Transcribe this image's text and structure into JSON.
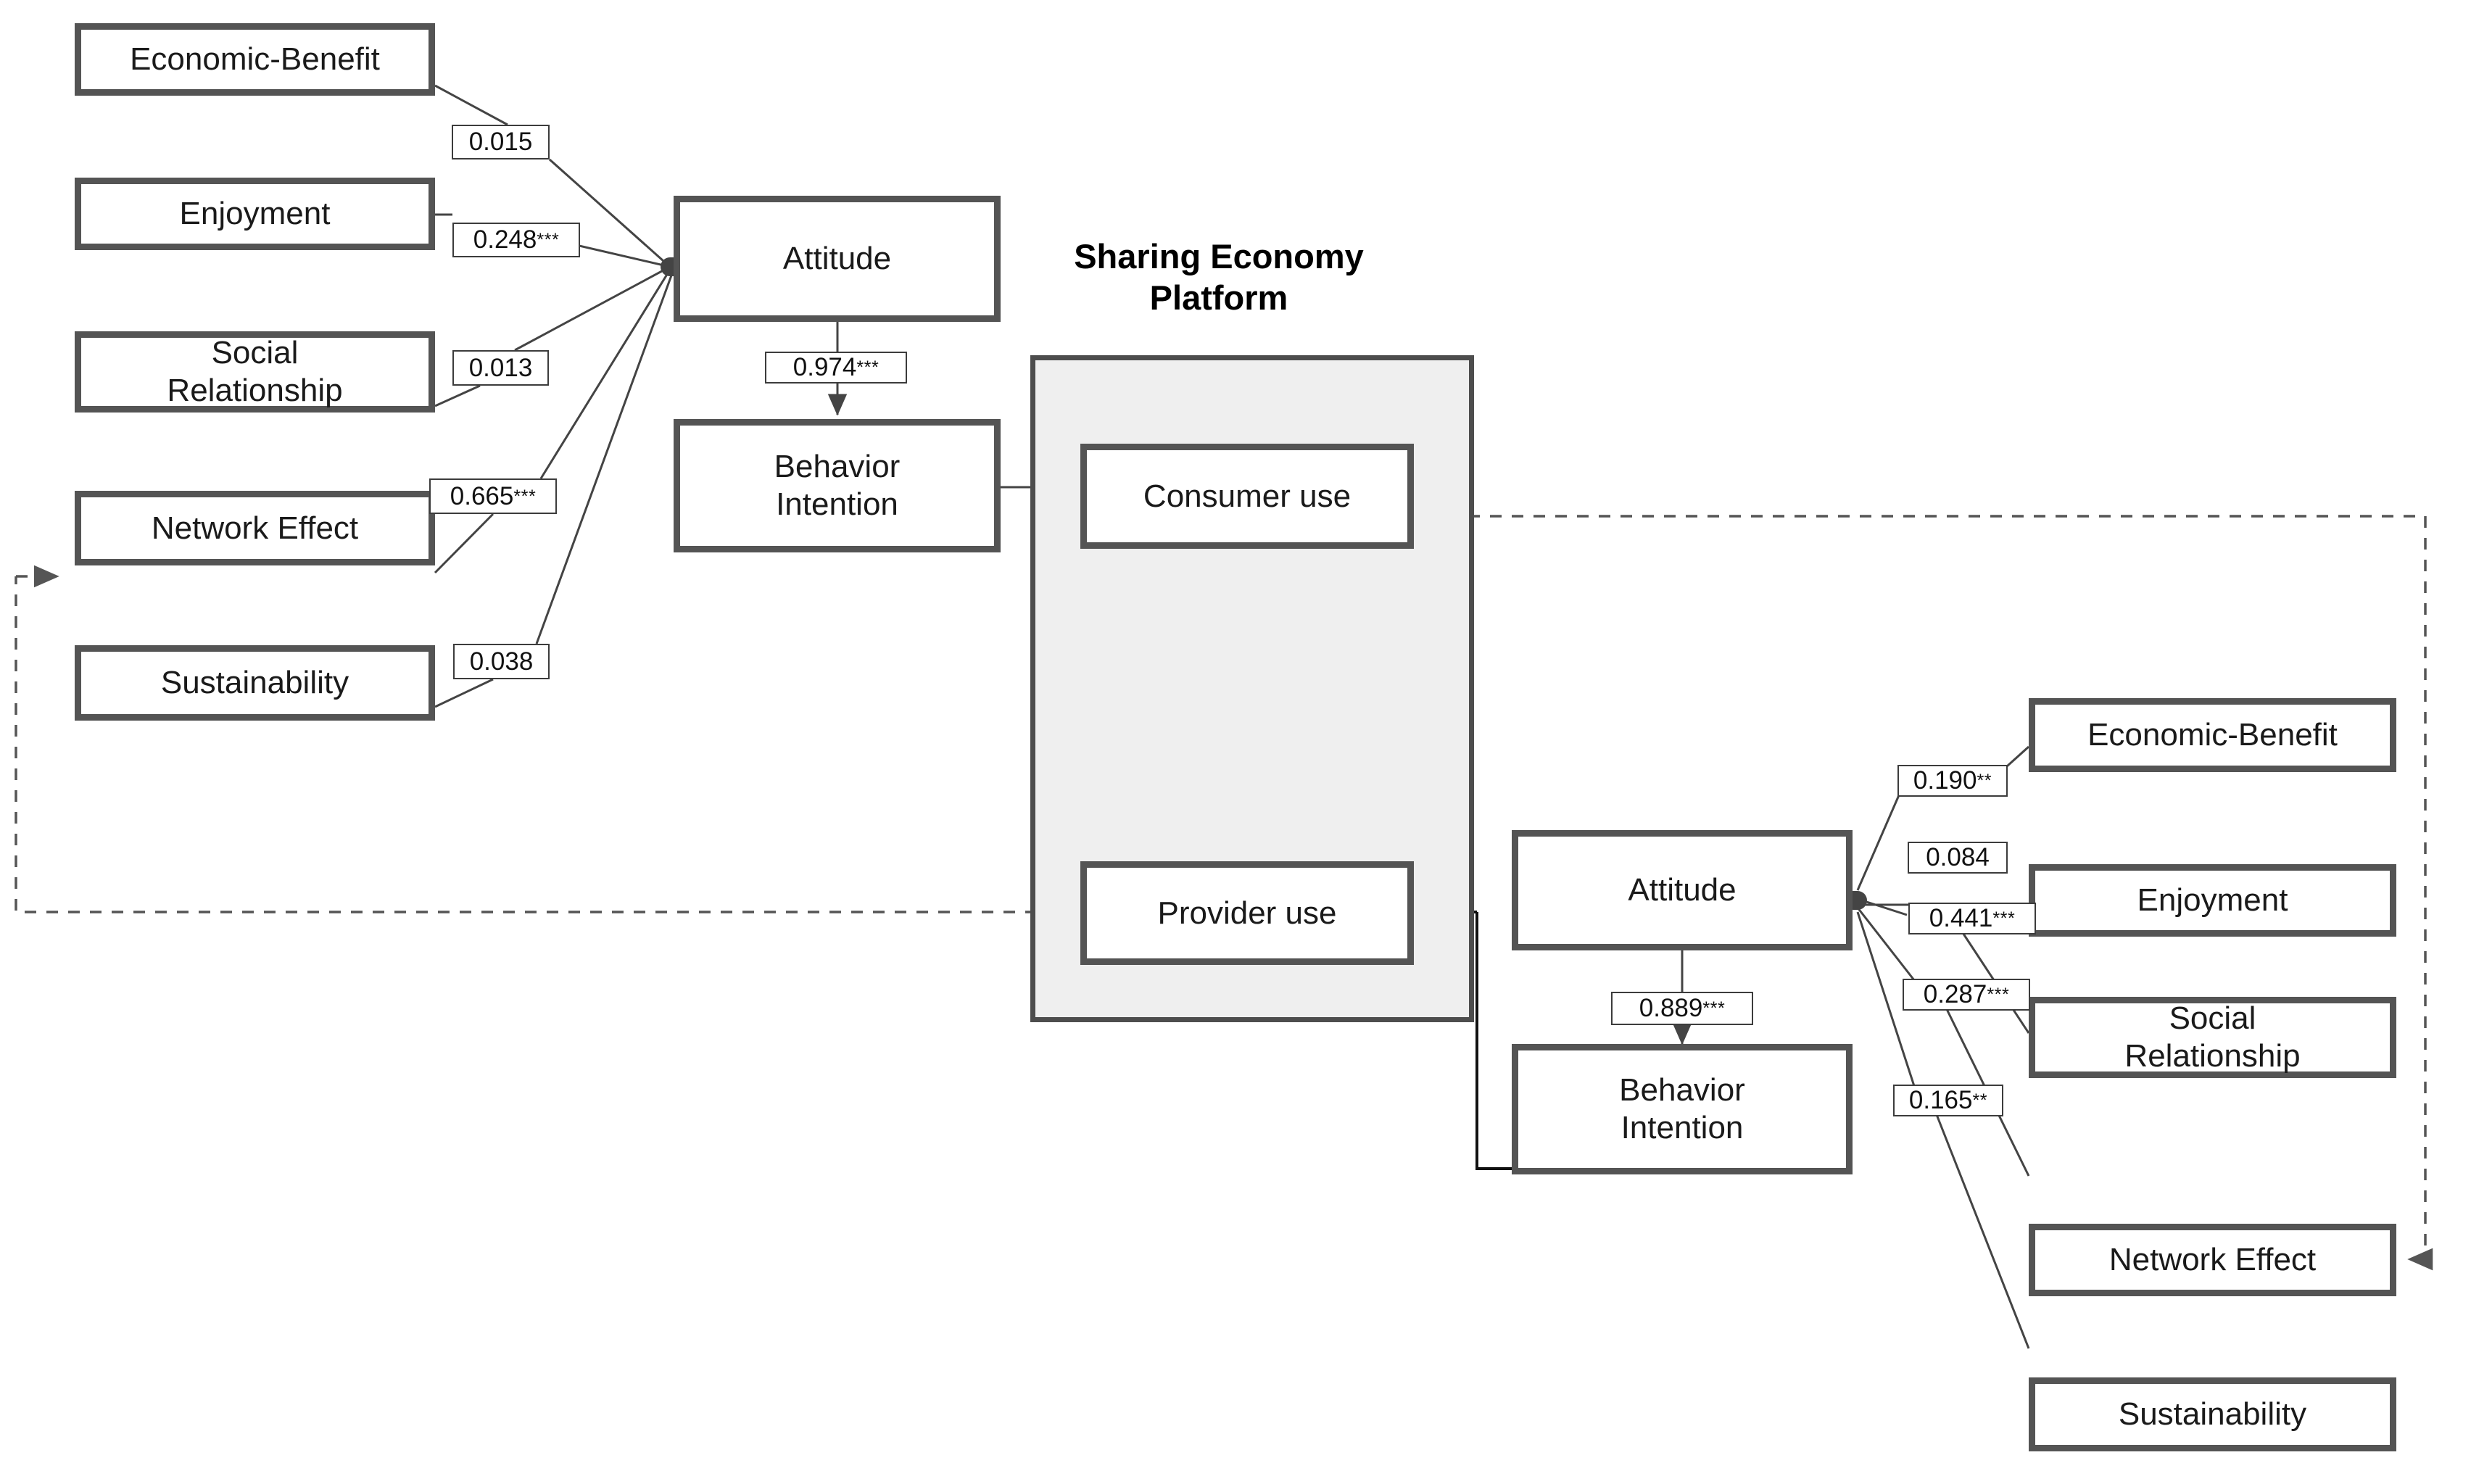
{
  "figure": {
    "type": "path-diagram",
    "platform": {
      "title_line1": "Sharing Economy",
      "title_line2": "Platform"
    }
  },
  "consumer_side": {
    "antecedents": [
      {
        "label": "Economic-Benefit"
      },
      {
        "label": "Enjoyment"
      },
      {
        "label": "Social\nRelationship"
      },
      {
        "label": "Network Effect"
      },
      {
        "label": "Sustainability"
      }
    ],
    "mediators": [
      {
        "label": "Attitude"
      },
      {
        "label": "Behavior\nIntention"
      }
    ],
    "outcome": {
      "label": "Consumer use"
    },
    "coefficients": [
      {
        "from": "Economic-Benefit",
        "to": "Attitude",
        "value": "0.015",
        "stars": ""
      },
      {
        "from": "Enjoyment",
        "to": "Attitude",
        "value": "0.248",
        "stars": "***"
      },
      {
        "from": "Social Relationship",
        "to": "Attitude",
        "value": "0.013",
        "stars": ""
      },
      {
        "from": "Network Effect",
        "to": "Attitude",
        "value": "0.665",
        "stars": "***"
      },
      {
        "from": "Sustainability",
        "to": "Attitude",
        "value": "0.038",
        "stars": ""
      },
      {
        "from": "Attitude",
        "to": "Behavior Intention",
        "value": "0.974",
        "stars": "***"
      }
    ]
  },
  "provider_side": {
    "antecedents": [
      {
        "label": "Economic-Benefit"
      },
      {
        "label": "Enjoyment"
      },
      {
        "label": "Social\nRelationship"
      },
      {
        "label": "Network Effect"
      },
      {
        "label": "Sustainability"
      }
    ],
    "mediators": [
      {
        "label": "Attitude"
      },
      {
        "label": "Behavior\nIntention"
      }
    ],
    "outcome": {
      "label": "Provider use"
    },
    "coefficients": [
      {
        "from": "Economic-Benefit",
        "to": "Attitude",
        "value": "0.190",
        "stars": "**"
      },
      {
        "from": "Enjoyment",
        "to": "Attitude",
        "value": "0.084",
        "stars": ""
      },
      {
        "from": "Social Relationship",
        "to": "Attitude",
        "value": "0.441",
        "stars": "***"
      },
      {
        "from": "Network Effect",
        "to": "Attitude",
        "value": "0.287",
        "stars": "***"
      },
      {
        "from": "Sustainability",
        "to": "Attitude",
        "value": "0.165",
        "stars": "**"
      },
      {
        "from": "Attitude",
        "to": "Behavior Intention",
        "value": "0.889",
        "stars": "***"
      }
    ]
  },
  "cross_links": [
    {
      "from": "Consumer use",
      "to": "Network Effect (provider side)",
      "style": "dashed"
    },
    {
      "from": "Provider use",
      "to": "Network Effect (consumer side)",
      "style": "dashed"
    }
  ],
  "colors": {
    "box_border": "#545454",
    "platform_fill": "#efefef",
    "platform_border": "#4d4d4d",
    "line": "#444444",
    "text": "#1a1a1a"
  }
}
